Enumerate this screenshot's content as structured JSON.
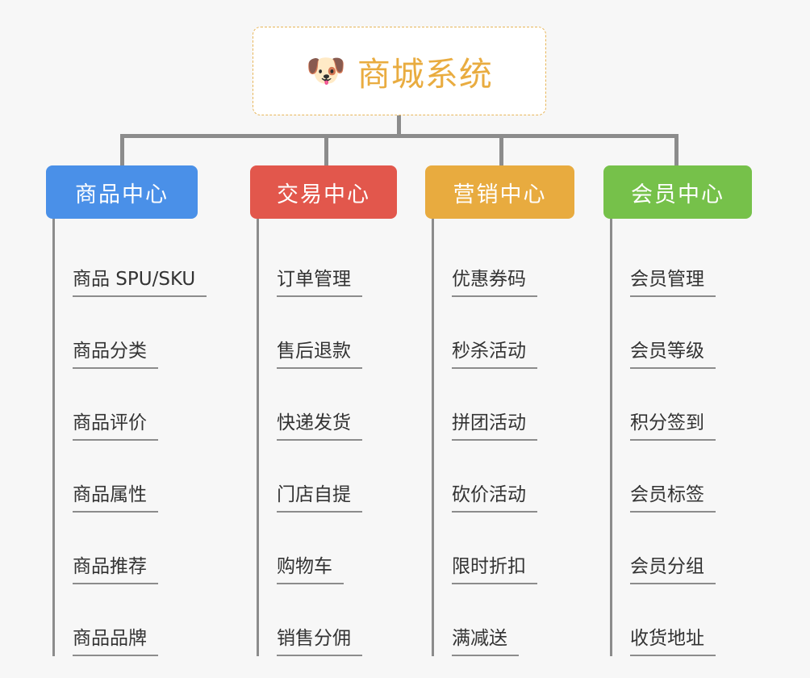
{
  "diagram": {
    "type": "org-chart",
    "background_color": "#f7f7f7",
    "root": {
      "icon": "dog-face-emoji",
      "icon_glyph": "🐶",
      "title": "商城系统",
      "title_color": "#e9ac40",
      "border_color": "#e8b65a",
      "background_color": "#ffffff"
    },
    "connector_color": "#8c8c8c",
    "categories": [
      {
        "label": "商品中心",
        "color": "#4a90e8",
        "items": [
          "商品 SPU/SKU",
          "商品分类",
          "商品评价",
          "商品属性",
          "商品推荐",
          "商品品牌"
        ]
      },
      {
        "label": "交易中心",
        "color": "#e2574c",
        "items": [
          "订单管理",
          "售后退款",
          "快递发货",
          "门店自提",
          "购物车",
          "销售分佣"
        ]
      },
      {
        "label": "营销中心",
        "color": "#e8ab3f",
        "items": [
          "优惠券码",
          "秒杀活动",
          "拼团活动",
          "砍价活动",
          "限时折扣",
          "满减送"
        ]
      },
      {
        "label": "会员中心",
        "color": "#76c14a",
        "items": [
          "会员管理",
          "会员等级",
          "积分签到",
          "会员标签",
          "会员分组",
          "收货地址"
        ]
      }
    ]
  }
}
